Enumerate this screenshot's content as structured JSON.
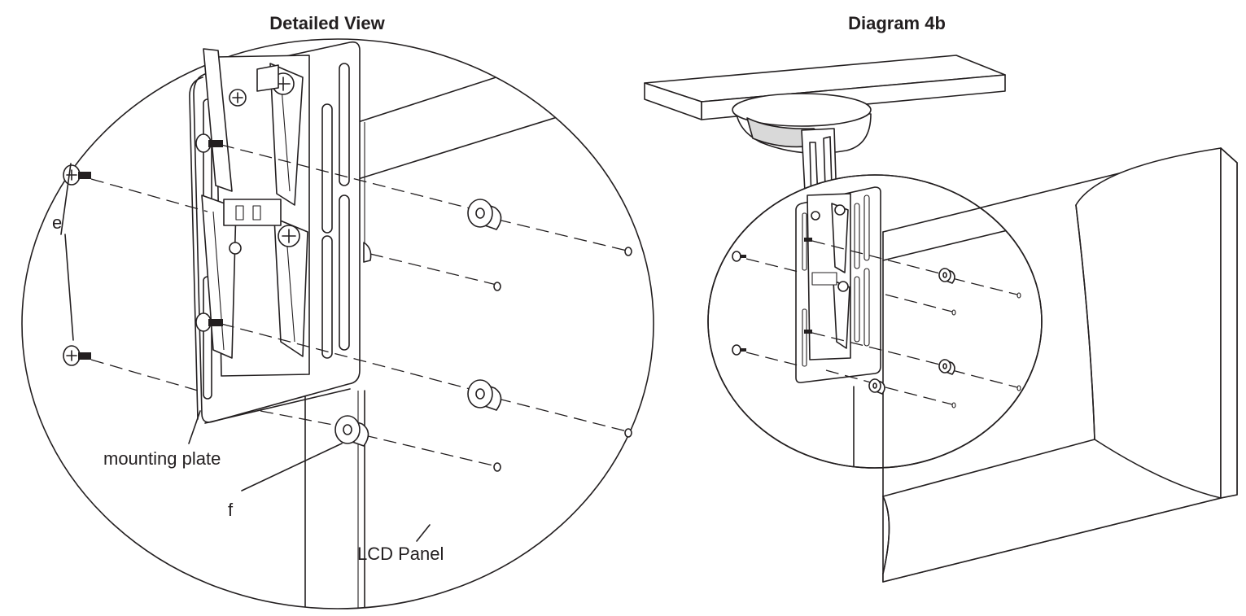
{
  "titles": {
    "detailed_view": "Detailed View",
    "diagram": "Diagram 4b"
  },
  "callouts": {
    "e": "e",
    "mounting_plate": "mounting plate",
    "f": "f",
    "lcd_panel": "LCD Panel"
  }
}
